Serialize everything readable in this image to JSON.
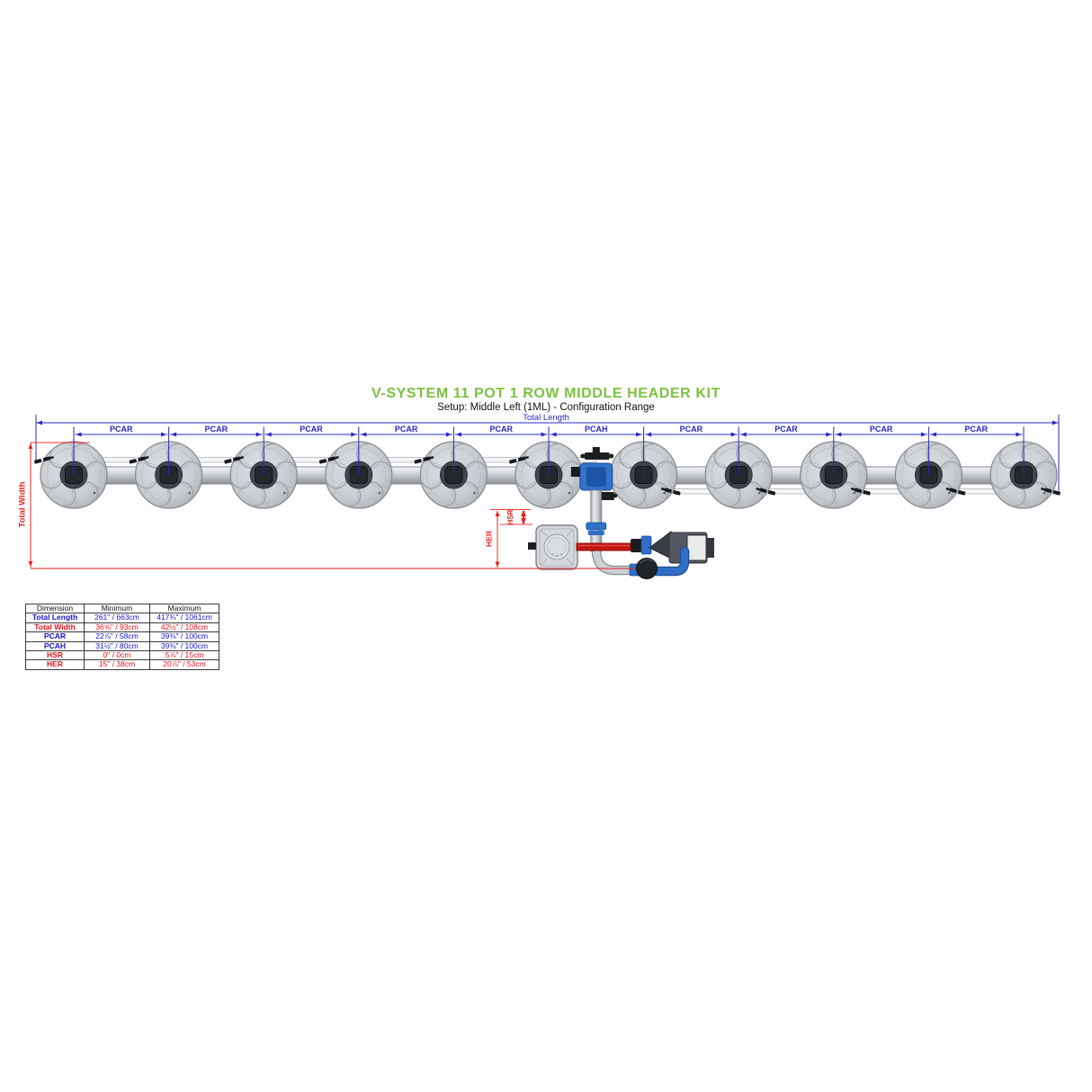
{
  "title": "V-SYSTEM 11 POT 1 ROW MIDDLE HEADER KIT",
  "subtitle": "Setup: Middle Left (1ML) - Configuration Range",
  "diagram": {
    "total_length_label": "Total Length",
    "total_width_label": "Total Width",
    "hsr_label": "HSR",
    "her_label": "HER",
    "pot_count": 11,
    "gap_labels": [
      "PCAR",
      "PCAR",
      "PCAR",
      "PCAR",
      "PCAR",
      "PCAH",
      "PCAR",
      "PCAR",
      "PCAR",
      "PCAR"
    ],
    "colors": {
      "title_green": "#7CC141",
      "dimension_blue": "#2828C8",
      "dimension_red": "#E8231C",
      "pipe_blue": "#2F6FC8",
      "pot_gray": "#C9CCD1"
    }
  },
  "table": {
    "headers": [
      "Dimension",
      "Minimum",
      "Maximum"
    ],
    "rows": [
      {
        "dimension": "Total Length",
        "min": "261\" / 663cm",
        "max": "417¾\" / 1061cm"
      },
      {
        "dimension": "Total Width",
        "min": "36⅝\" / 93cm",
        "max": "42½\" / 108cm"
      },
      {
        "dimension": "PCAR",
        "min": "22⅞\" / 58cm",
        "max": "39⅜\" / 100cm"
      },
      {
        "dimension": "PCAH",
        "min": "31½\" / 80cm",
        "max": "39⅜\" / 100cm"
      },
      {
        "dimension": "HSR",
        "min": "0\" / 0cm",
        "max": "5⅞\" / 15cm"
      },
      {
        "dimension": "HER",
        "min": "15\" / 38cm",
        "max": "20⅞\" / 53cm"
      }
    ]
  }
}
